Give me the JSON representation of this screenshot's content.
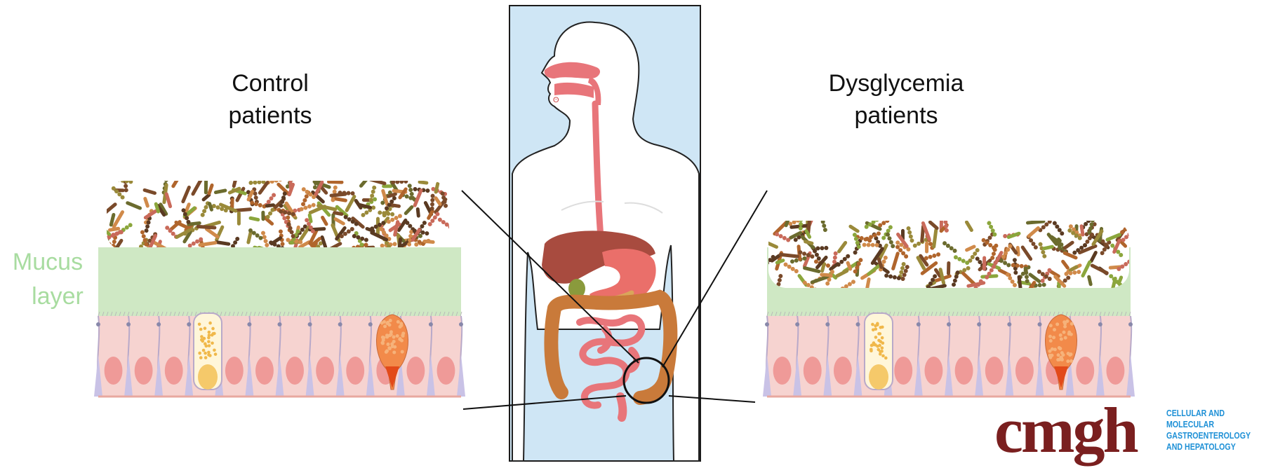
{
  "left_panel": {
    "title_line1": "Control",
    "title_line2": "patients"
  },
  "right_panel": {
    "title_line1": "Dysglycemia",
    "title_line2": "patients"
  },
  "mucus_label": {
    "line1": "Mucus",
    "line2": "layer"
  },
  "logo": {
    "wordmark": "cmgh",
    "subtitle_lines": [
      "CELLULAR AND",
      "MOLECULAR",
      "GASTROENTEROLOGY",
      "AND HEPATOLOGY"
    ]
  },
  "colors": {
    "mucus": "#cfe8c4",
    "epithelium": "#f6d3d0",
    "nucleus": "#ef9a98",
    "body_background": "#cfe6f5",
    "gi_tract": "#e8757a",
    "liver": "#a84b3f",
    "colon": "#c97a3a",
    "logo_wordmark": "#7a1f1f",
    "logo_subtitle": "#1e90d6",
    "mucus_label": "#a8dca0"
  }
}
